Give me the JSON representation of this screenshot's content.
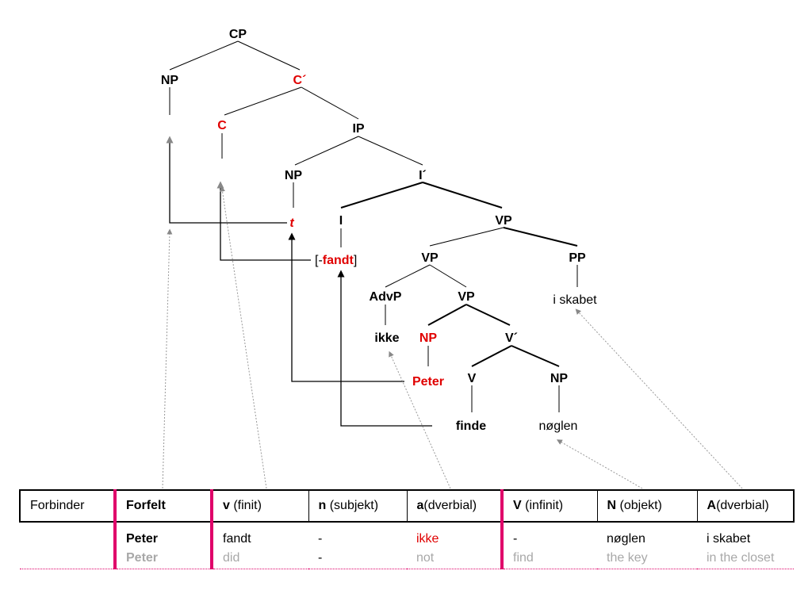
{
  "tree": {
    "cp": "CP",
    "np_spec": "NP",
    "c_bar": "C´",
    "c": "C",
    "ip": "IP",
    "np_subj": "NP",
    "i_bar": "I´",
    "trace_t": "t",
    "i": "I",
    "vp_top": "VP",
    "tense_open": "[-",
    "tense_mid": "fandt",
    "tense_close": "]",
    "vp_mid": "VP",
    "pp": "PP",
    "advp": "AdvP",
    "vp_low": "VP",
    "i_skabet": "i skabet",
    "ikke": "ikke",
    "np_red": "NP",
    "v_bar": "V´",
    "peter": "Peter",
    "v": "V",
    "np_obj": "NP",
    "finde": "finde",
    "noglen": "nøglen"
  },
  "table": {
    "headers": [
      {
        "bold": "",
        "rest": "Forbinder"
      },
      {
        "bold": "Forfelt",
        "rest": ""
      },
      {
        "bold": "v",
        "rest": " (finit)"
      },
      {
        "bold": "n",
        "rest": " (subjekt)"
      },
      {
        "bold": "a",
        "rest": "(dverbial)"
      },
      {
        "bold": "V",
        "rest": " (infinit)"
      },
      {
        "bold": "N",
        "rest": " (objekt)"
      },
      {
        "bold": "A",
        "rest": "(dverbial)"
      }
    ],
    "row1": [
      "",
      "Peter",
      "fandt",
      "-",
      "ikke",
      "-",
      "nøglen",
      "i skabet"
    ],
    "row2": [
      "",
      "Peter",
      "did",
      "-",
      "not",
      "find",
      "the key",
      "in the closet"
    ]
  }
}
